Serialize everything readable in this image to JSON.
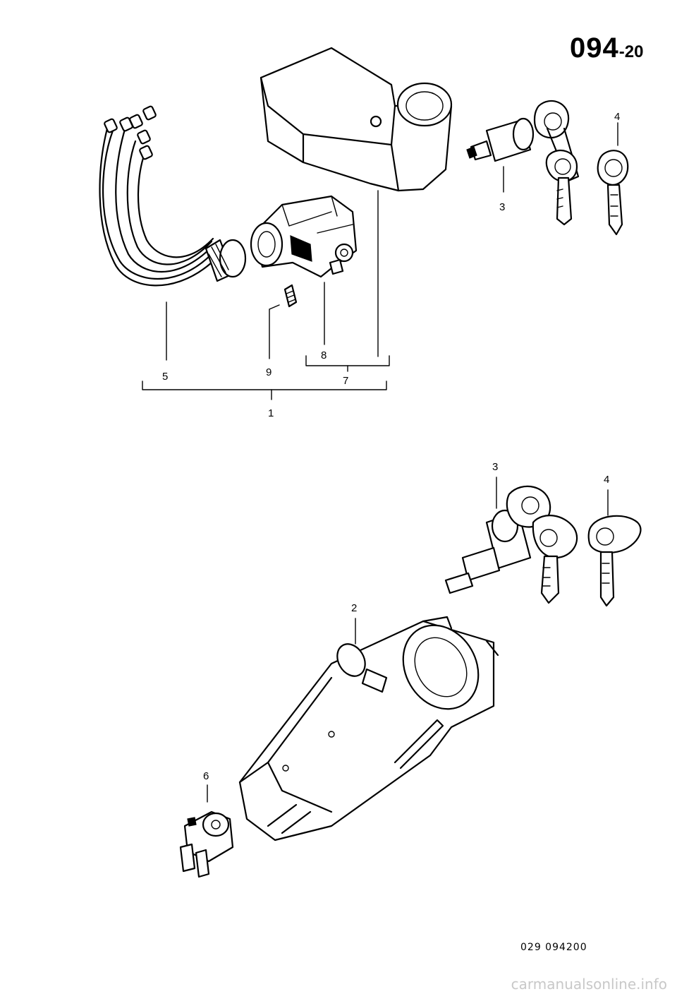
{
  "header": {
    "page_number_main": "094",
    "page_number_sep": "-",
    "page_number_sub": "20"
  },
  "callouts": {
    "c1": "1",
    "c2": "2",
    "c3_top": "3",
    "c3_bottom": "3",
    "c4_top": "4",
    "c4_bottom": "4",
    "c5": "5",
    "c6": "6",
    "c7": "7",
    "c8": "8",
    "c9": "9"
  },
  "footer": {
    "reference_code": "029  094200",
    "watermark": "carmanualsonline.info"
  }
}
